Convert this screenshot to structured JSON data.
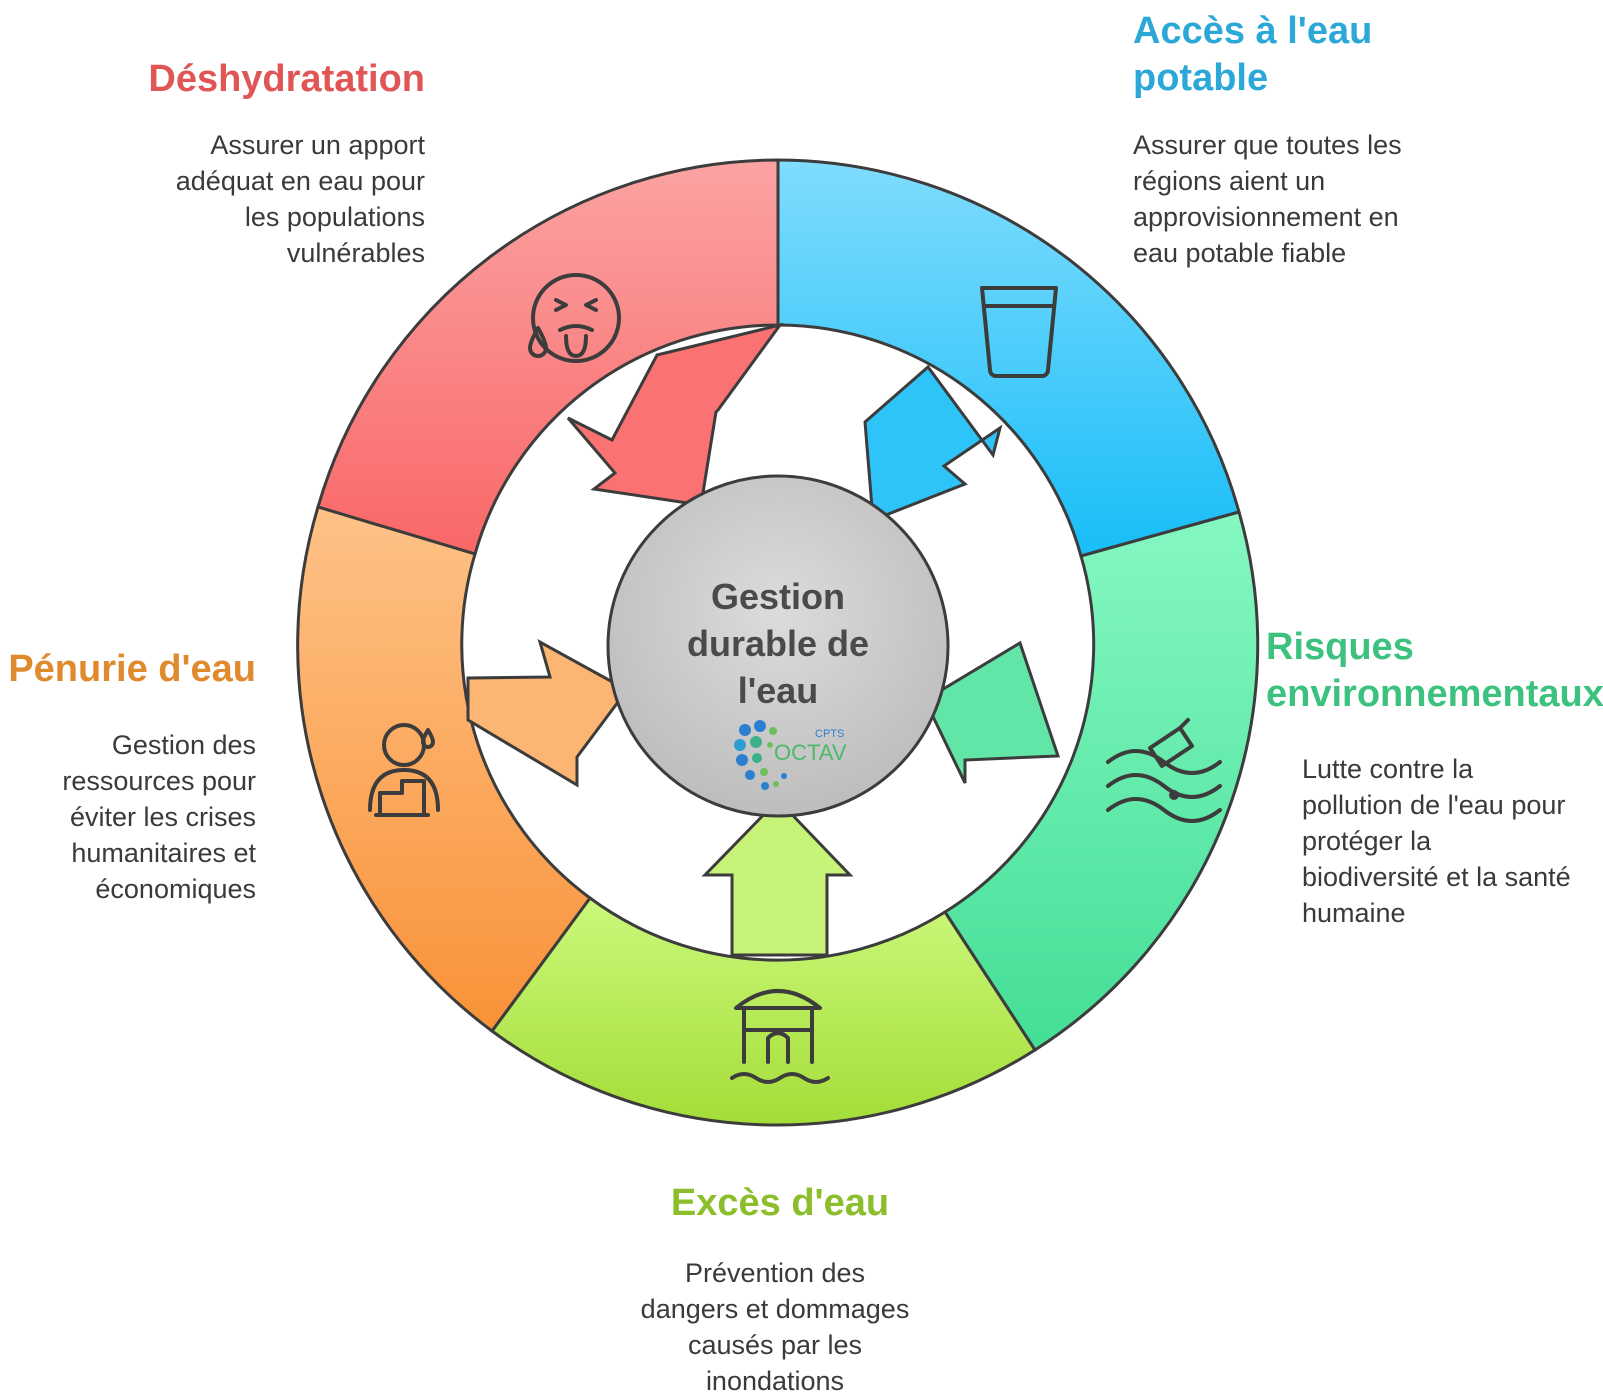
{
  "center": {
    "title": "Gestion durable de l'eau",
    "logo_small": "CPTS",
    "logo_big": "OCTAV"
  },
  "segments": [
    {
      "key": "dehydration",
      "title": "Déshydratation",
      "description": "Assurer un apport adéquat en eau pour les populations vulnérables",
      "color": "#e05555",
      "icon": "dehydrated-face-icon"
    },
    {
      "key": "drinking_water",
      "title": "Accès à l'eau potable",
      "description": "Assurer que toutes les régions aient un approvisionnement en eau potable fiable",
      "color": "#2ba8d8",
      "icon": "water-glass-icon"
    },
    {
      "key": "environment",
      "title": "Risques environnementaux",
      "description": "Lutte contre la pollution de l'eau pour protéger la biodiversité et la santé humaine",
      "color": "#3cc27e",
      "icon": "polluted-water-icon"
    },
    {
      "key": "excess",
      "title": "Excès d'eau",
      "description": "Prévention des dangers et dommages causés par les inondations",
      "color": "#8cbd2a",
      "icon": "flooded-house-icon"
    },
    {
      "key": "shortage",
      "title": "Pénurie d'eau",
      "description": "Gestion des ressources pour éviter les crises humanitaires et économiques",
      "color": "#e08a2e",
      "icon": "worried-person-icon"
    }
  ]
}
